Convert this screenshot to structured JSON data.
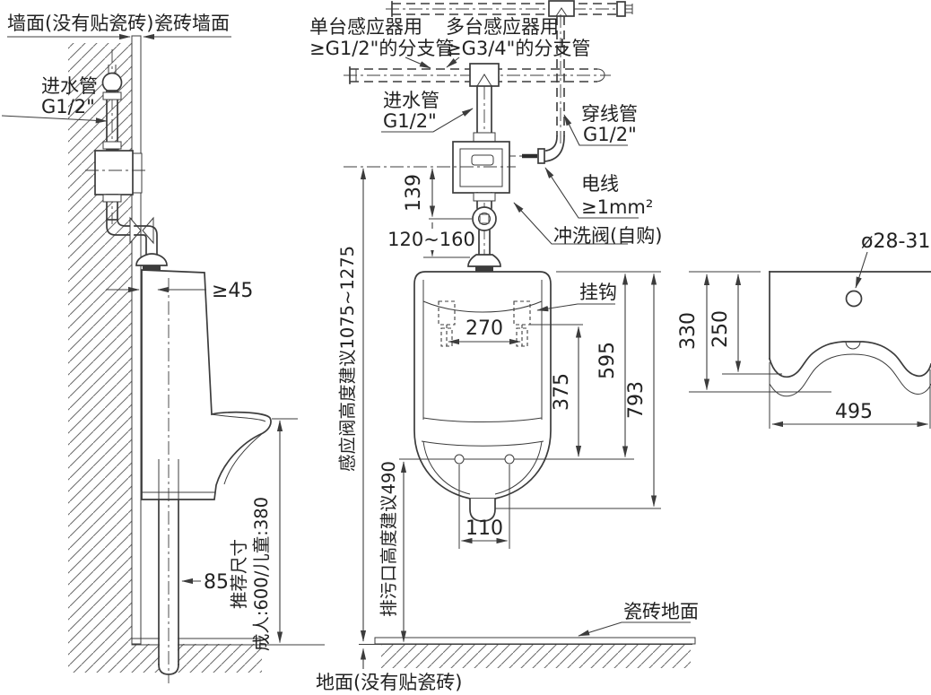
{
  "title": "小便器感应冲洗阀安装图",
  "colors": {
    "line": "#3c3c3c",
    "background": "#ffffff"
  },
  "labels": {
    "wall_untiled": "墙面(没有贴瓷砖)",
    "wall_tiled": "瓷砖墙面",
    "inlet_left": {
      "l1": "进水管",
      "l2": "G1/2\""
    },
    "branch_single": {
      "l1": "单台感应器用",
      "l2": "≥G1/2\"的分支管"
    },
    "branch_multi": {
      "l1": "多台感应器用",
      "l2": "≥G3/4\"的分支管"
    },
    "inlet_mid": {
      "l1": "进水管",
      "l2": "G1/2\""
    },
    "conduit": {
      "l1": "穿线管",
      "l2": "G1/2\""
    },
    "wire": {
      "l1": "电线",
      "l2": "≥1mm²"
    },
    "flush_valve": "冲洗阀(自购)",
    "hook": "挂钩",
    "tiled_floor": "瓷砖地面",
    "floor_untiled": "地面(没有贴瓷砖)"
  },
  "dims": {
    "d45": "≥45",
    "d85": "85",
    "d110": "110",
    "d139": "139",
    "d120_160": "120~160",
    "d270": "270",
    "d375": "375",
    "d595": "595",
    "d793": "793",
    "sensor_height": "感应阀高度建议1075~1275",
    "outlet_height": "排污口高度建议490",
    "recommend_1": "推荐尺寸",
    "recommend_2": "成人:600/儿童:380",
    "d330": "330",
    "d250": "250",
    "d495": "495",
    "hole_dia": "ø28-31"
  }
}
